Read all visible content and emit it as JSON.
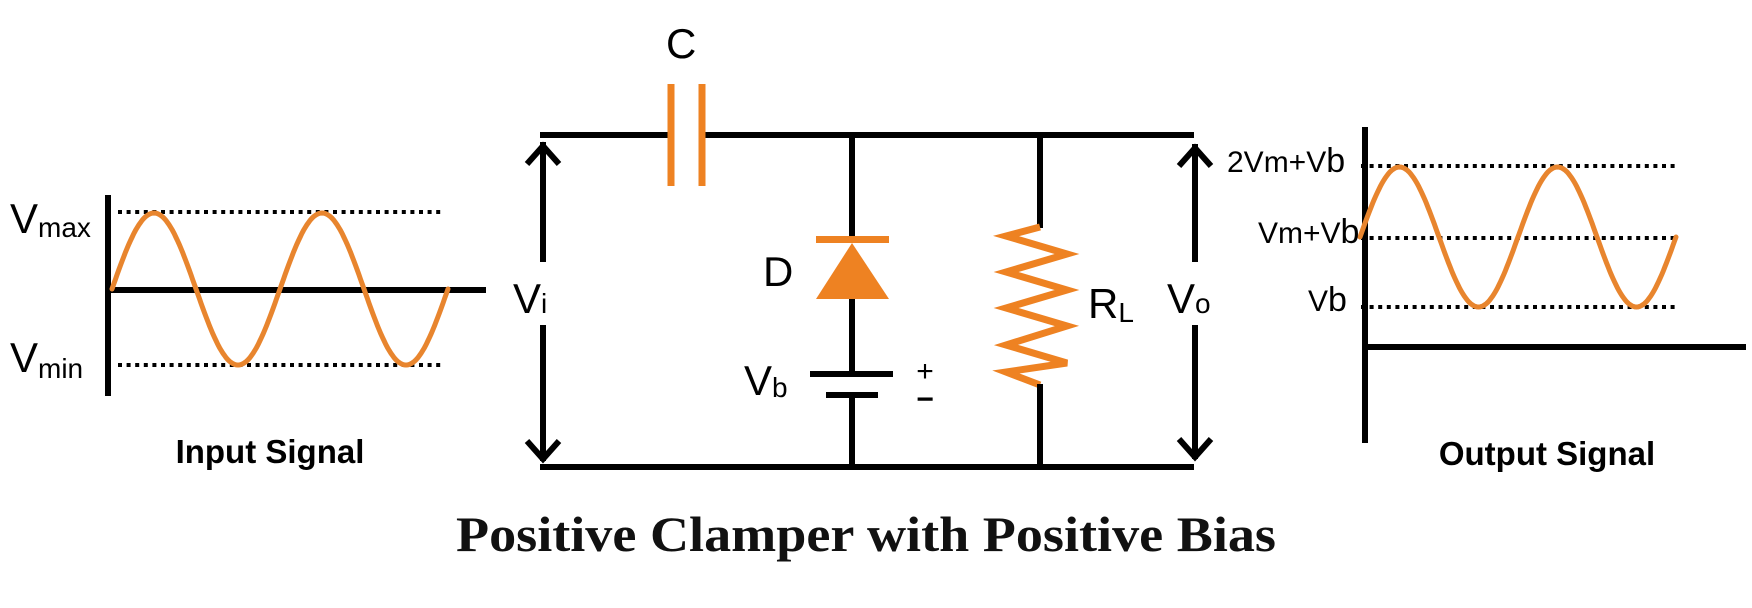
{
  "title": "Positive Clamper with Positive Bias",
  "colors": {
    "component": "#EE8222",
    "wire": "#000000",
    "waveform": "#E8852E"
  },
  "input_signal": {
    "caption": "Input Signal",
    "labels": {
      "max": {
        "main": "V",
        "sub": "max"
      },
      "min": {
        "main": "V",
        "sub": "min"
      }
    },
    "cycles": 2
  },
  "output_signal": {
    "caption": "Output Signal",
    "labels": {
      "top": "2Vm+V",
      "top_sub": "b",
      "mid": "Vm+V",
      "mid_sub": "b",
      "low": "V",
      "low_sub": "b"
    },
    "cycles": 2
  },
  "circuit": {
    "capacitor": {
      "label": "C"
    },
    "diode": {
      "label": "D"
    },
    "battery": {
      "label": "V",
      "label_sub": "b",
      "plus": "+",
      "minus": "−"
    },
    "resistor": {
      "label": "R",
      "label_sub": "L"
    },
    "input_voltage": {
      "label": "V",
      "label_sub": "i"
    },
    "output_voltage": {
      "label": "V",
      "label_sub": "o"
    }
  }
}
